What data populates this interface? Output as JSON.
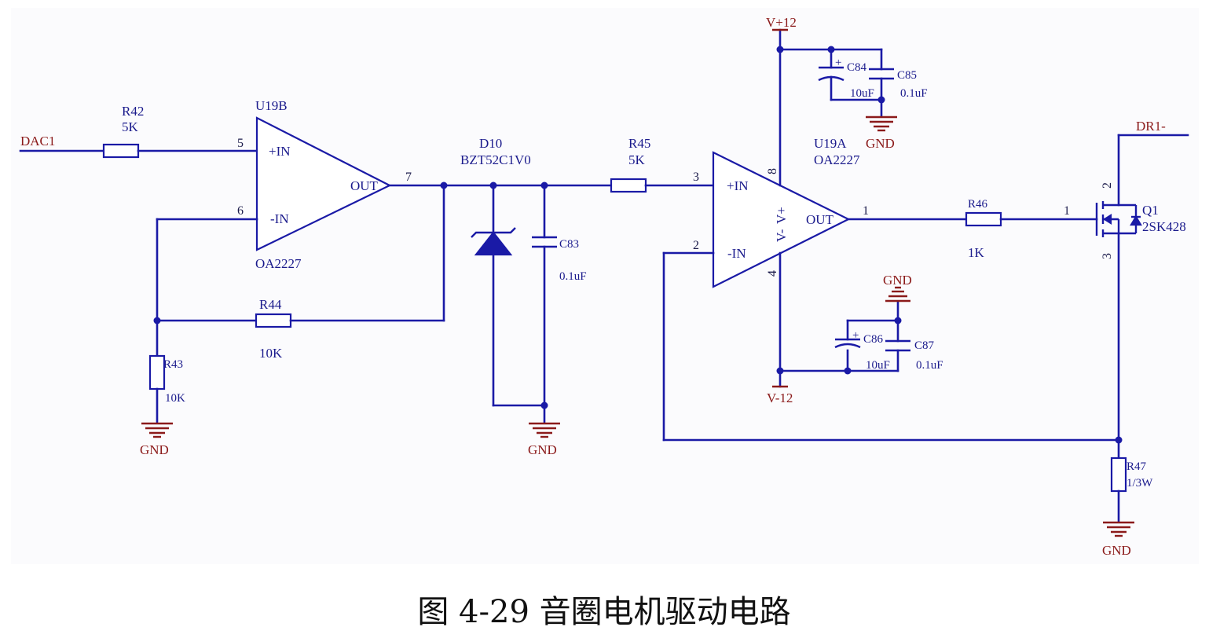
{
  "caption": "图 4-29 音圈电机驱动电路",
  "nets": {
    "dac": "DAC1",
    "dr": "DR1-",
    "vpos": "V+12",
    "vneg": "V-12",
    "gnd": "GND"
  },
  "components": {
    "r42": {
      "ref": "R42",
      "value": "5K"
    },
    "r43": {
      "ref": "R43",
      "value": "10K"
    },
    "r44": {
      "ref": "R44",
      "value": "10K"
    },
    "r45": {
      "ref": "R45",
      "value": "5K"
    },
    "r46": {
      "ref": "R46",
      "value": "1K"
    },
    "r47": {
      "ref": "R47",
      "value": "1/3W"
    },
    "d10": {
      "ref": "D10",
      "value": "BZT52C1V0"
    },
    "c83": {
      "ref": "C83",
      "value": "0.1uF"
    },
    "c84": {
      "ref": "C84",
      "value": "10uF"
    },
    "c85": {
      "ref": "C85",
      "value": "0.1uF"
    },
    "c86": {
      "ref": "C86",
      "value": "10uF"
    },
    "c87": {
      "ref": "C87",
      "value": "0.1uF"
    },
    "u19b": {
      "ref": "U19B",
      "value": "OA2227",
      "in_pos": "+IN",
      "in_neg": "-IN",
      "out": "OUT",
      "pin_pos": "5",
      "pin_neg": "6",
      "pin_out": "7"
    },
    "u19a": {
      "ref": "U19A",
      "value": "OA2227",
      "in_pos": "+IN",
      "in_neg": "-IN",
      "out": "OUT",
      "pin_pos": "3",
      "pin_neg": "2",
      "pin_out": "1",
      "pin_vp": "8",
      "pin_vn": "4",
      "vp": "V+",
      "vn": "V-"
    },
    "q1": {
      "ref": "Q1",
      "value": "2SK428",
      "pin_g": "1",
      "pin_d": "2",
      "pin_s": "3"
    }
  }
}
